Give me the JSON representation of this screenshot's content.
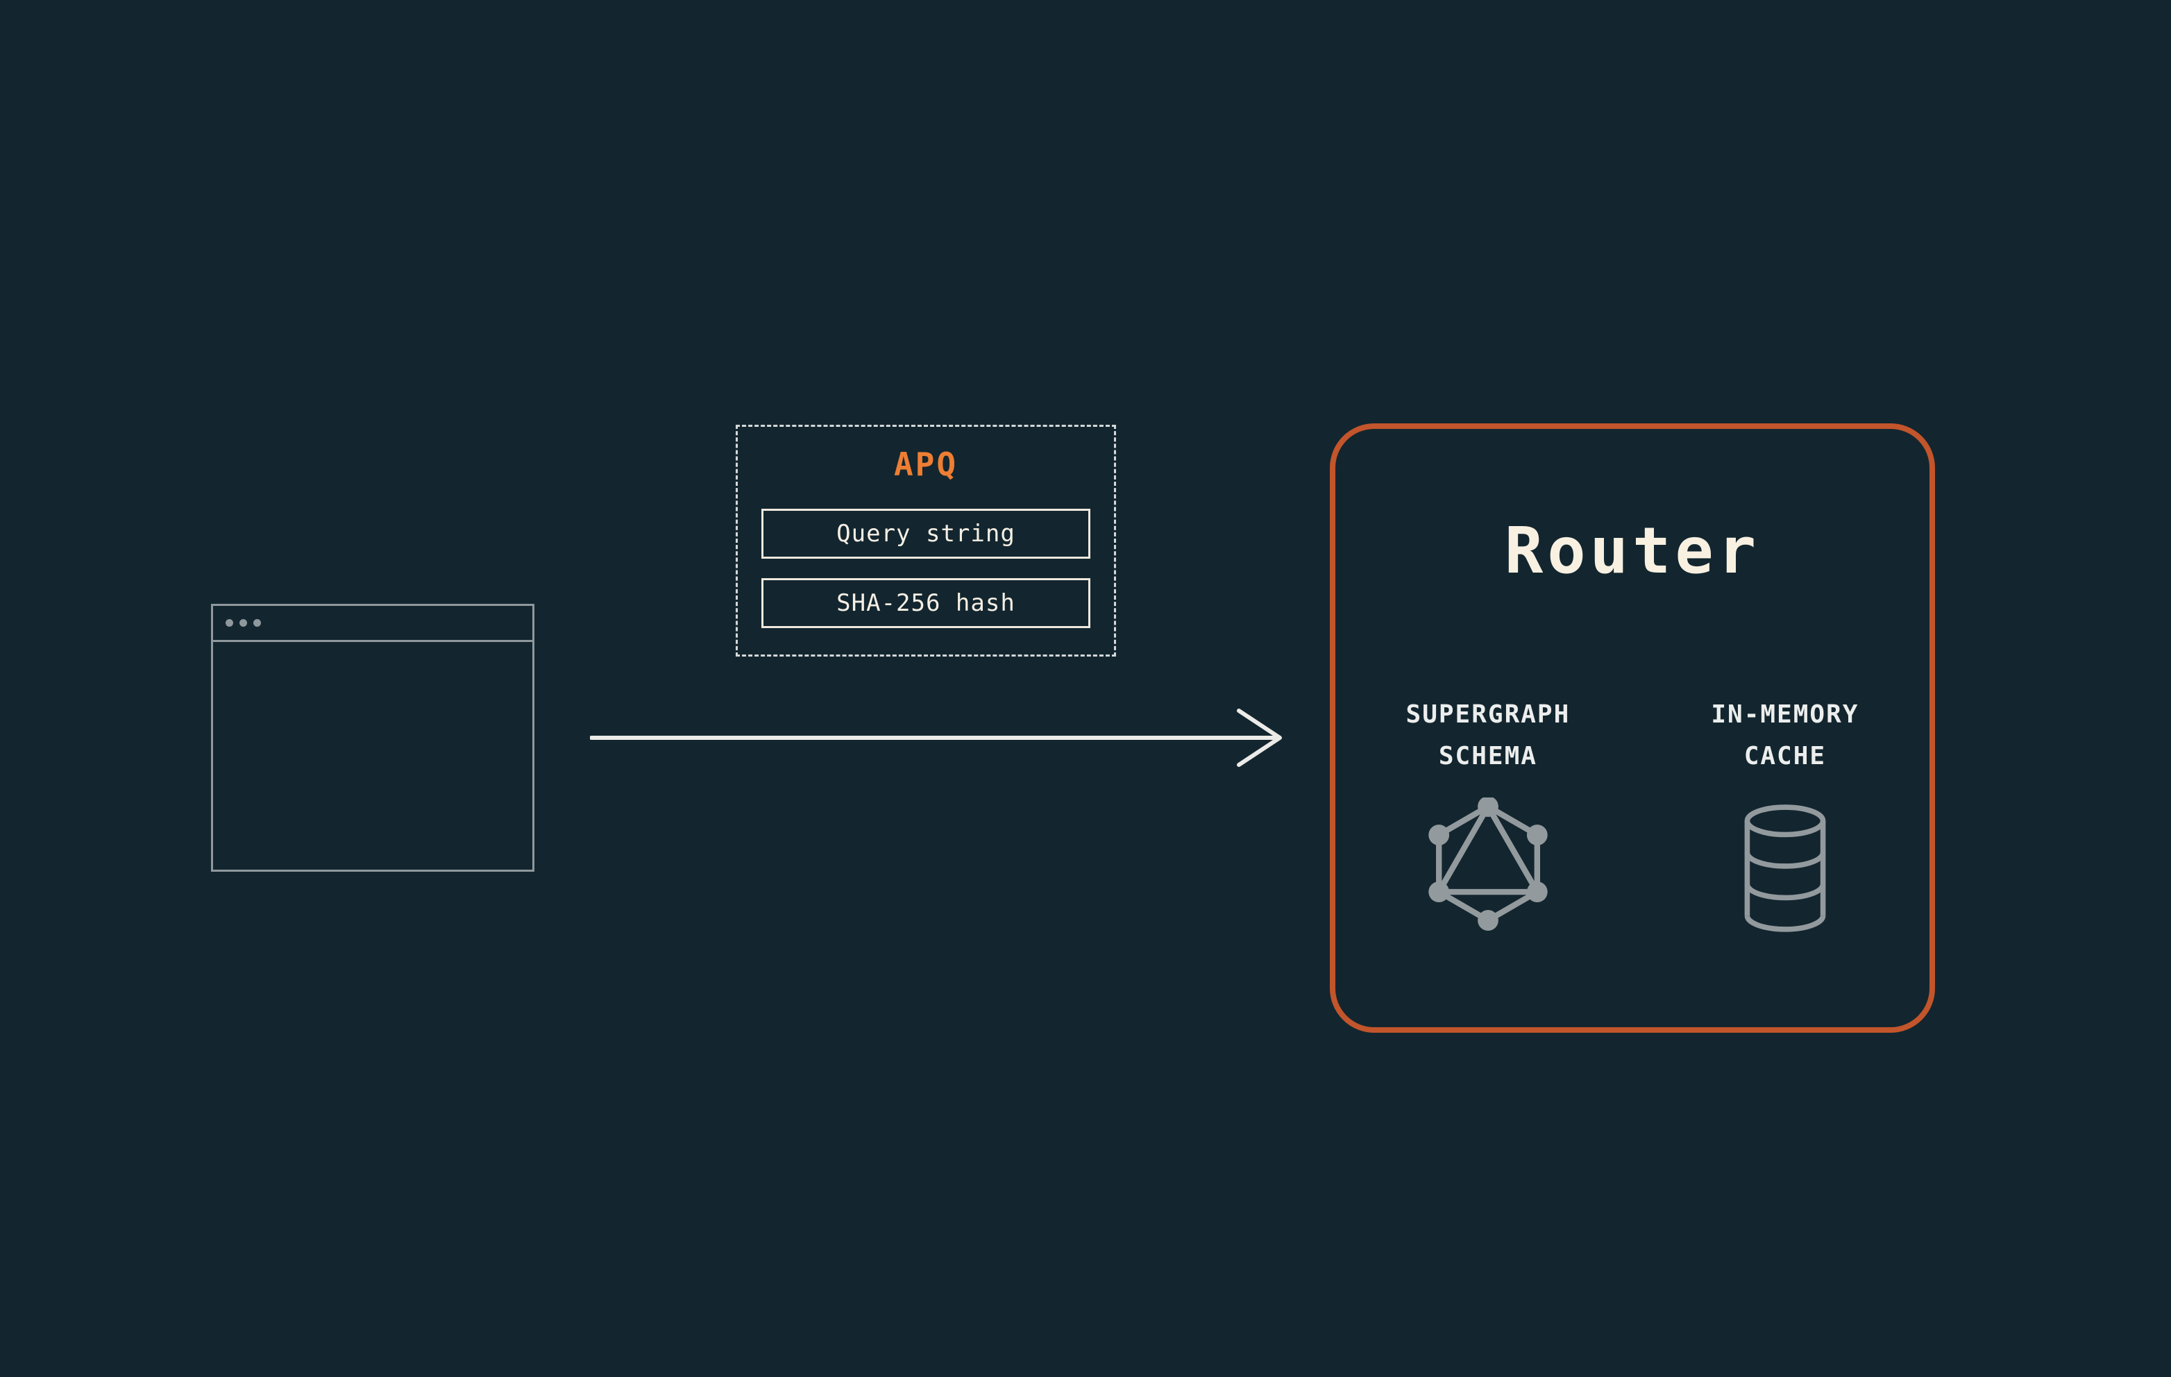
{
  "colors": {
    "background": "#13262f",
    "router_border_orange": "#c2552b",
    "apq_title_orange": "#ed7e33",
    "text_cream": "#f8f0e1",
    "box_border_cream": "#eee8de",
    "icon_gray": "#939a9e",
    "window_gray": "#8f989d",
    "arrow_white": "#ecebe8"
  },
  "client": {
    "icon": "browser-window-icon"
  },
  "apq": {
    "title": "APQ",
    "items": [
      {
        "label": "Query string"
      },
      {
        "label": "SHA-256 hash"
      }
    ]
  },
  "arrow": {
    "icon": "arrow-right-icon",
    "direction": "right"
  },
  "router": {
    "title": "Router",
    "features": [
      {
        "line1": "SUPERGRAPH",
        "line2": "SCHEMA",
        "icon": "graphql-logo-icon"
      },
      {
        "line1": "IN-MEMORY",
        "line2": "CACHE",
        "icon": "database-cylinder-icon"
      }
    ]
  }
}
